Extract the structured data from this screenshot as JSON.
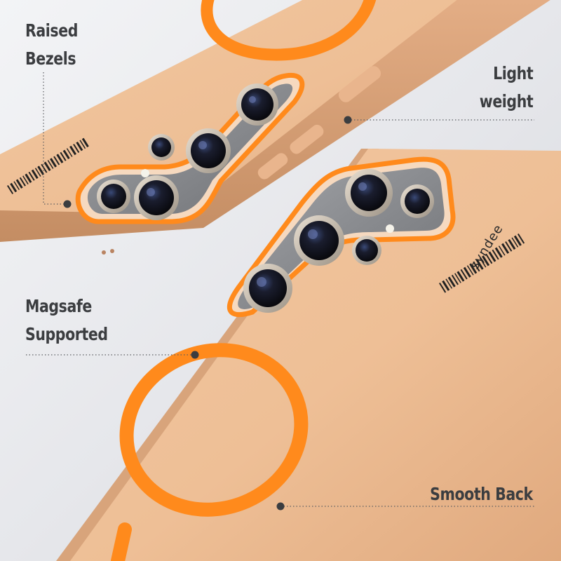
{
  "labels": {
    "raised_bezels": [
      "Raised",
      "Bezels"
    ],
    "light_weight": [
      "Light",
      "weight"
    ],
    "magsafe": [
      "Magsafe",
      "Supported"
    ],
    "smooth_back": "Smooth Back"
  },
  "brand": "syndee",
  "colors": {
    "background": "#e9eaee",
    "case_body": "#eebf96",
    "case_edge": "#d9a57a",
    "magsafe_ring": "#ff8a1c",
    "lens_black": "#16161c",
    "lens_ring": "#c8beb0",
    "camera_plate": "#8d8f93",
    "label_text": "#3b3d40"
  }
}
